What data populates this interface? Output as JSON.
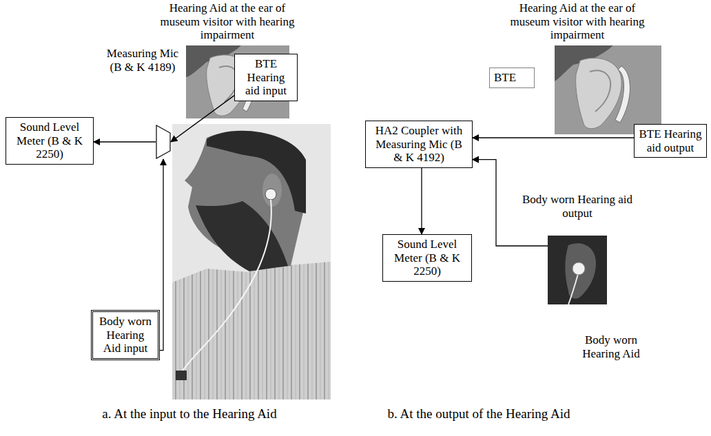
{
  "diagram": {
    "nodes": [
      {
        "text": [
          "Sound Level Meter (B & K 2250)"
        ]
      },
      {
        "text": [
          "Measuring Mic (B & K 4189)"
        ]
      },
      {
        "text": [
          "BTE Hearing aid input"
        ]
      },
      {
        "text": [
          "Body worn Hearing Aid input"
        ]
      },
      {
        "text": [
          "BTE"
        ]
      },
      {
        "text": [
          "HA2 Coupler with Measuring Mic (B & K 4192)"
        ]
      },
      {
        "text": [
          "BTE Hearing aid output"
        ]
      },
      {
        "text": [
          "Sound Level Meter (B & K 2250)"
        ]
      },
      {
        "text": [
          "Body worn Hearing aid output",
          "Body worn Hearing Aid"
        ]
      }
    ],
    "edges": [
      {
        "from": 1,
        "to": 0,
        "arrow": "to"
      },
      {
        "from": 2,
        "to": 1,
        "arrow": "to"
      },
      {
        "from": 3,
        "to": 1,
        "arrow": "to"
      },
      {
        "from": 6,
        "to": 5,
        "arrow": "to"
      },
      {
        "from": 8,
        "to": 5,
        "arrow": "to"
      },
      {
        "from": 5,
        "to": 7,
        "arrow": "to"
      }
    ],
    "labels": [
      "Hearing Aid at the ear of museum visitor with hearing impairment",
      "Hearing Aid at the ear of museum visitor with hearing impairment",
      "a. At the input to the Hearing Aid",
      "b. At the output of the Hearing Aid"
    ]
  }
}
